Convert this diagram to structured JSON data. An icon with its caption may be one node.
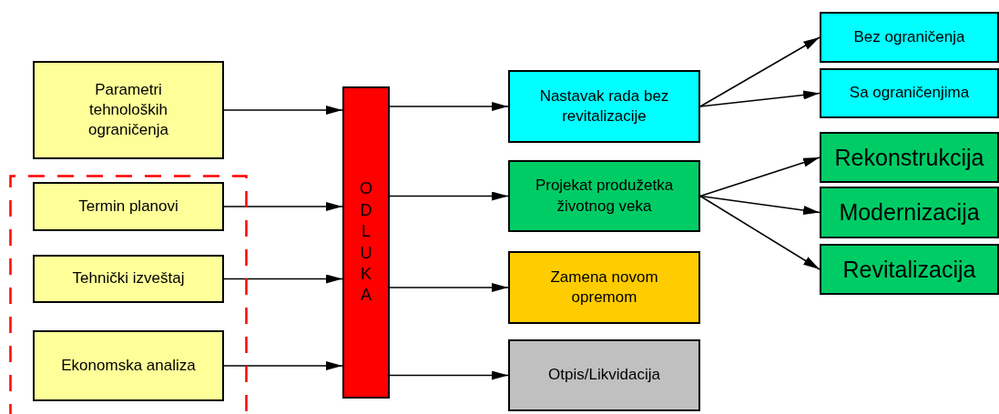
{
  "diagram": {
    "nodes": [
      {
        "text": [
          "Parametri tehnoloških ograničenja"
        ]
      },
      {
        "text": [],
        "shape": "box"
      },
      {
        "text": [
          "Termin planovi"
        ],
        "in": 1
      },
      {
        "text": [
          "Tehnički izveštaj"
        ],
        "in": 1
      },
      {
        "text": [
          "Ekonomska analiza"
        ],
        "in": 1
      },
      {
        "text": [
          "ODLUKA"
        ]
      },
      {
        "text": [
          "Nastavak rada bez revitalizacije"
        ]
      },
      {
        "text": [
          "Bez ograničenja"
        ]
      },
      {
        "text": [
          "Sa ograničenjima"
        ]
      },
      {
        "text": [
          "Projekat produžetka životnog veka"
        ]
      },
      {
        "text": [
          "Rekonstrukcija"
        ]
      },
      {
        "text": [
          "Modernizacija"
        ]
      },
      {
        "text": [
          "Revitalizacija"
        ]
      },
      {
        "text": [
          "Zamena novom opremom"
        ]
      },
      {
        "text": [
          "Otpis/Likvidacija"
        ]
      }
    ],
    "edges": [
      {
        "from": 0,
        "to": 5,
        "arrow": "to"
      },
      {
        "from": 2,
        "to": 5,
        "arrow": "to"
      },
      {
        "from": 3,
        "to": 5,
        "arrow": "to"
      },
      {
        "from": 4,
        "to": 5,
        "arrow": "to"
      },
      {
        "from": 5,
        "to": 6,
        "arrow": "to"
      },
      {
        "from": 5,
        "to": 9,
        "arrow": "to"
      },
      {
        "from": 5,
        "to": 13,
        "arrow": "to"
      },
      {
        "from": 5,
        "to": 14,
        "arrow": "to"
      },
      {
        "from": 6,
        "to": 7,
        "arrow": "to"
      },
      {
        "from": 6,
        "to": 8,
        "arrow": "to"
      },
      {
        "from": 9,
        "to": 10,
        "arrow": "to"
      },
      {
        "from": 9,
        "to": 11,
        "arrow": "to"
      },
      {
        "from": 9,
        "to": 12,
        "arrow": "to"
      }
    ]
  }
}
